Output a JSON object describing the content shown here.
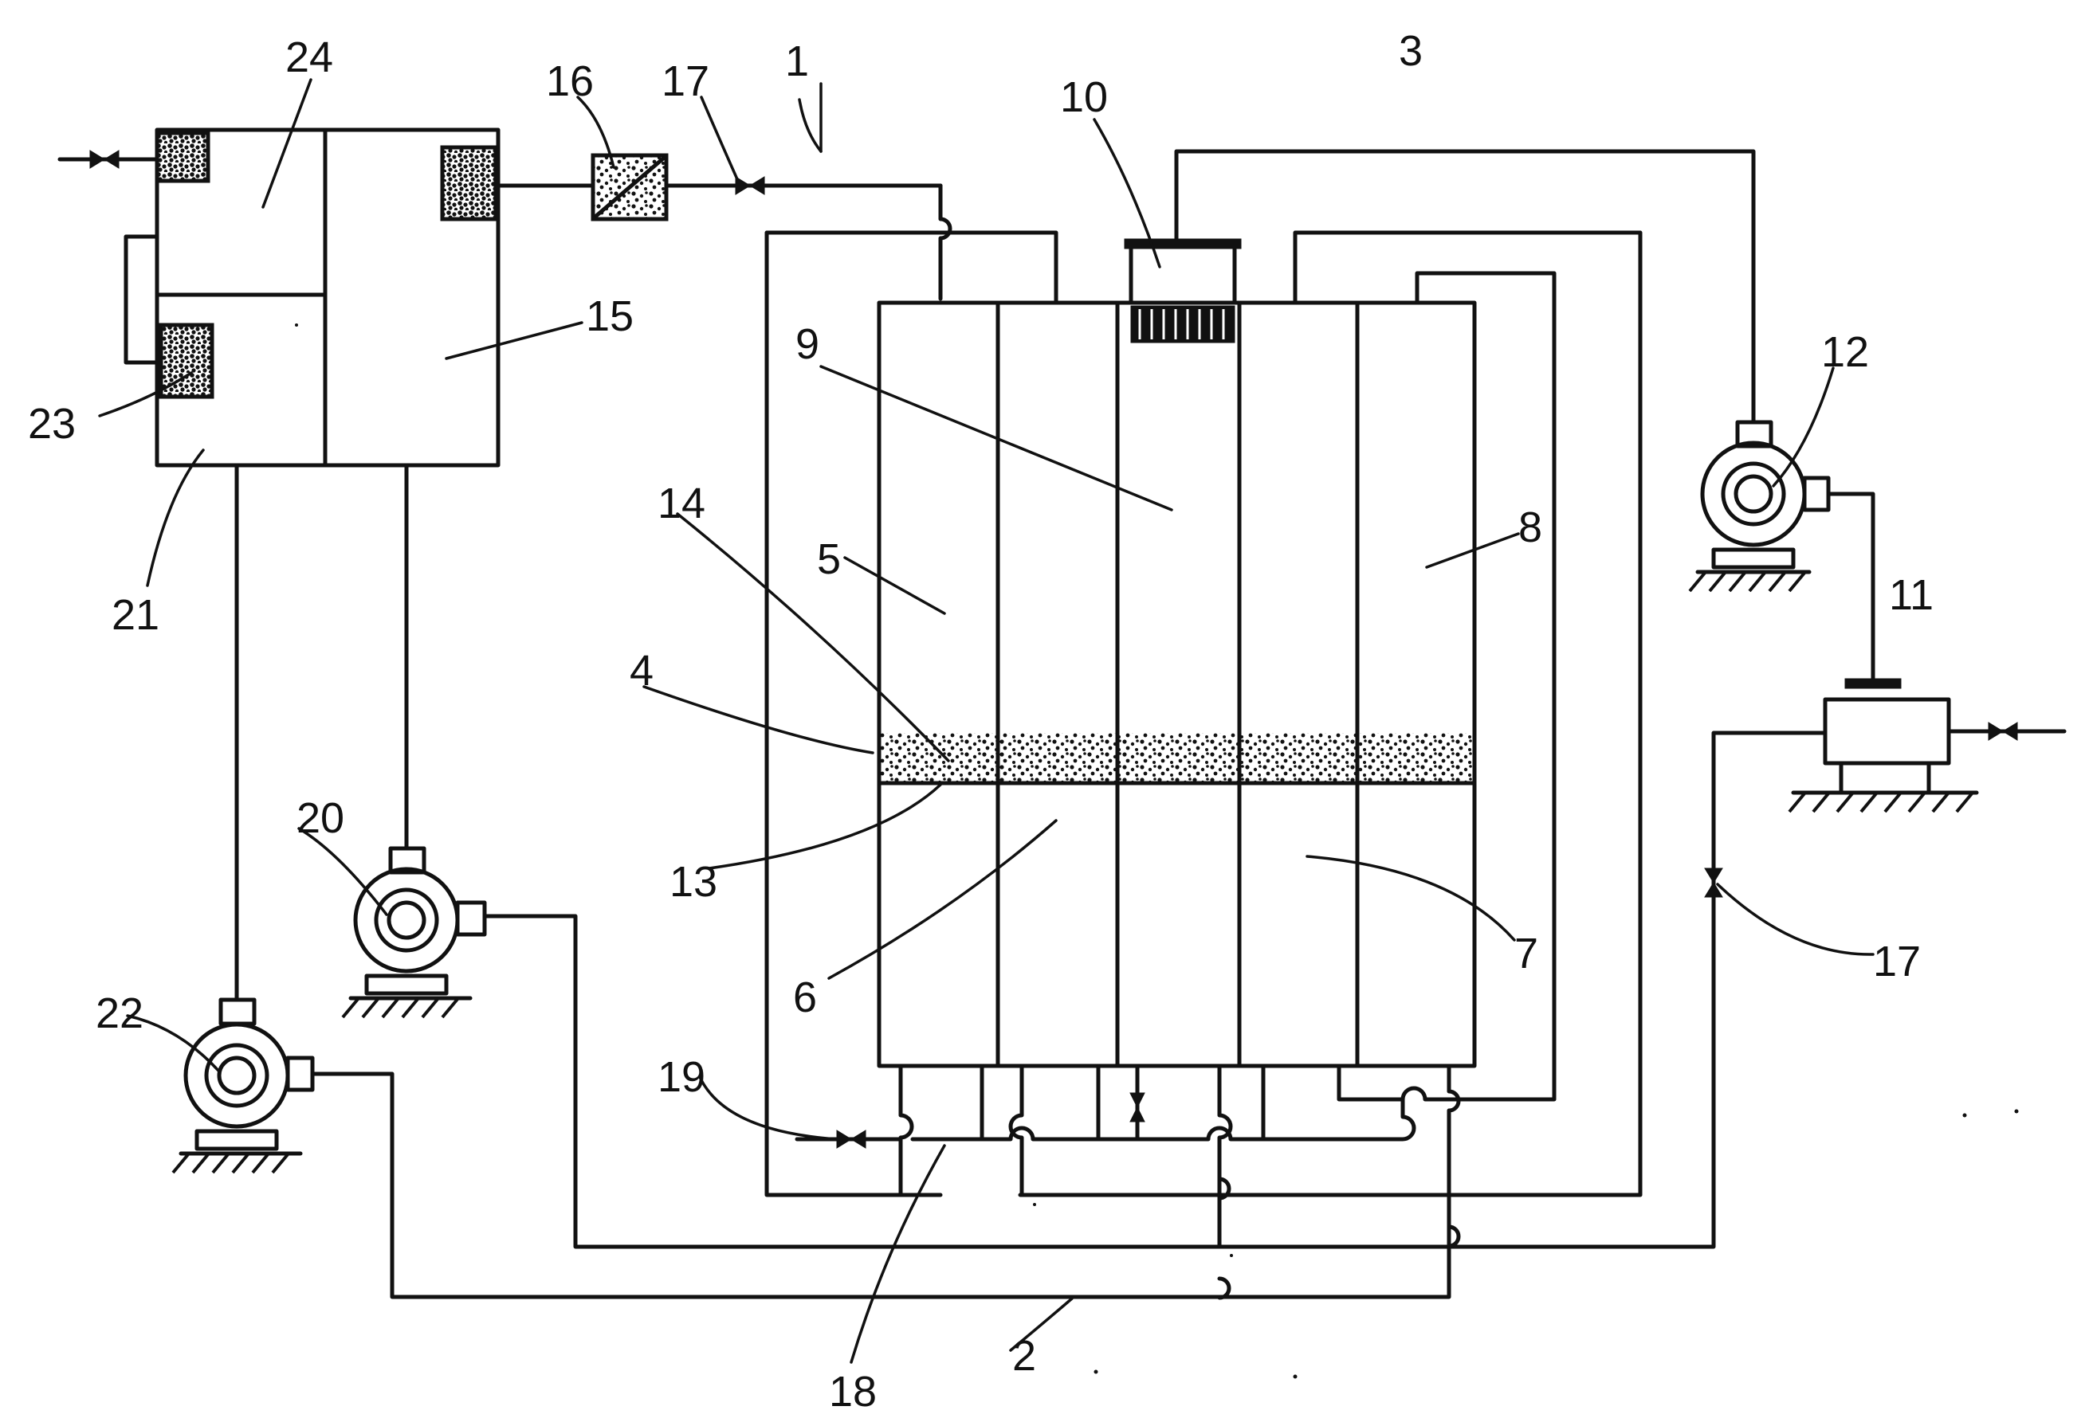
{
  "diagram": {
    "callouts": [
      {
        "id": "c1",
        "text": "1"
      },
      {
        "id": "c2",
        "text": "2"
      },
      {
        "id": "c3",
        "text": "3"
      },
      {
        "id": "c4",
        "text": "4"
      },
      {
        "id": "c5",
        "text": "5"
      },
      {
        "id": "c6",
        "text": "6"
      },
      {
        "id": "c7",
        "text": "7"
      },
      {
        "id": "c8",
        "text": "8"
      },
      {
        "id": "c9",
        "text": "9"
      },
      {
        "id": "c10",
        "text": "10"
      },
      {
        "id": "c11",
        "text": "11"
      },
      {
        "id": "c12",
        "text": "12"
      },
      {
        "id": "c13",
        "text": "13"
      },
      {
        "id": "c14",
        "text": "14"
      },
      {
        "id": "c15",
        "text": "15"
      },
      {
        "id": "c16",
        "text": "16"
      },
      {
        "id": "c17a",
        "text": "17"
      },
      {
        "id": "c17b",
        "text": "17"
      },
      {
        "id": "c18",
        "text": "18"
      },
      {
        "id": "c19",
        "text": "19"
      },
      {
        "id": "c20",
        "text": "20"
      },
      {
        "id": "c21",
        "text": "21"
      },
      {
        "id": "c22",
        "text": "22"
      },
      {
        "id": "c23",
        "text": "23"
      },
      {
        "id": "c24",
        "text": "24"
      }
    ],
    "components": [
      {
        "ref": "1",
        "icon": "pipe-icon"
      },
      {
        "ref": "2",
        "icon": "pipe-icon"
      },
      {
        "ref": "3",
        "icon": "pipe-icon"
      },
      {
        "ref": "4",
        "icon": "particle-bed-icon"
      },
      {
        "ref": "5",
        "icon": "chamber-icon"
      },
      {
        "ref": "6",
        "icon": "chamber-icon"
      },
      {
        "ref": "7",
        "icon": "chamber-icon"
      },
      {
        "ref": "8",
        "icon": "chamber-icon"
      },
      {
        "ref": "9",
        "icon": "chamber-icon"
      },
      {
        "ref": "10",
        "icon": "cartridge-icon"
      },
      {
        "ref": "11",
        "icon": "blower-icon"
      },
      {
        "ref": "12",
        "icon": "pump-icon"
      },
      {
        "ref": "13",
        "icon": "support-plate-icon"
      },
      {
        "ref": "14",
        "icon": "bed-icon"
      },
      {
        "ref": "15",
        "icon": "tank-icon"
      },
      {
        "ref": "16",
        "icon": "filter-icon"
      },
      {
        "ref": "17",
        "icon": "valve-icon"
      },
      {
        "ref": "18",
        "icon": "manifold-icon"
      },
      {
        "ref": "19",
        "icon": "valve-icon"
      },
      {
        "ref": "20",
        "icon": "pump-icon"
      },
      {
        "ref": "21",
        "icon": "tank-icon"
      },
      {
        "ref": "22",
        "icon": "pump-icon"
      },
      {
        "ref": "23",
        "icon": "filter-element-icon"
      },
      {
        "ref": "24",
        "icon": "tank-icon"
      }
    ],
    "colors": {
      "line": "#111111",
      "background": "#ffffff"
    }
  }
}
